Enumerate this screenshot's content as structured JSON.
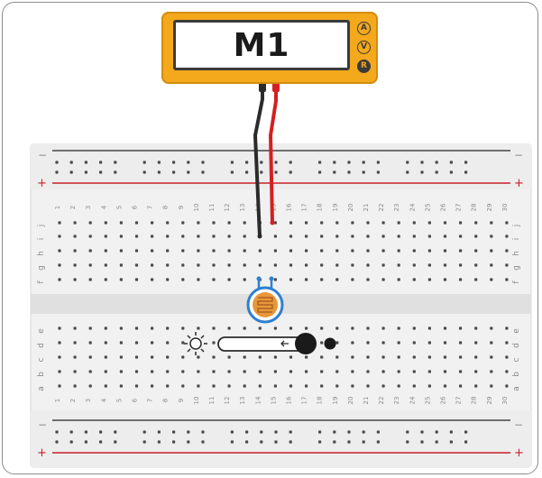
{
  "meter": {
    "label": "M1",
    "modes": [
      {
        "id": "amperes",
        "letter": "A",
        "active": false
      },
      {
        "id": "volts",
        "letter": "V",
        "active": false
      },
      {
        "id": "resistance",
        "letter": "R",
        "active": true
      }
    ]
  },
  "breadboard": {
    "rail_minus": "−",
    "rail_plus": "+",
    "columns": 30,
    "top_row_letters": [
      "j",
      "i",
      "h",
      "g",
      "f"
    ],
    "bottom_row_letters": [
      "e",
      "d",
      "c",
      "b",
      "a"
    ]
  },
  "colors": {
    "meter_body": "#f4a81c",
    "probe_black": "#2b2b2b",
    "probe_red": "#d42020",
    "rail_minus_line": "#444444",
    "rail_plus_line": "#c8202a",
    "photoresistor_ring": "#2f7fd0",
    "photoresistor_body": "#e9973a"
  },
  "components": {
    "light_slider_icon": "sun-icon",
    "photoresistor_icon": "photoresistor-icon"
  }
}
